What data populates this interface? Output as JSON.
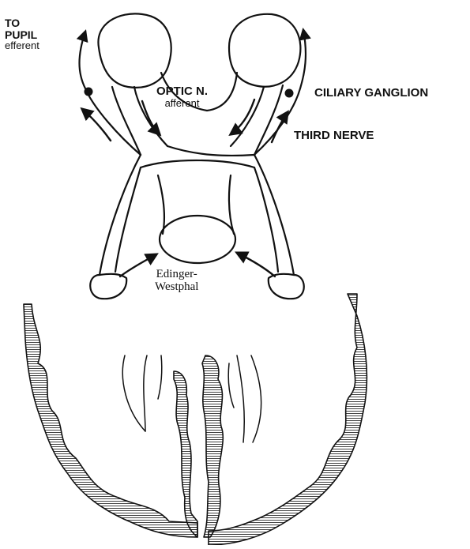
{
  "labels": {
    "to_pupil_line1": "TO",
    "to_pupil_line2": "PUPIL",
    "to_pupil_line3": "efferent",
    "optic_line1": "OPTIC N.",
    "optic_line2": "afferent",
    "ciliary": "CILIARY GANGLION",
    "third_nerve": "THIRD NERVE",
    "nucleus_line1": "Edinger-",
    "nucleus_line2": "Westphal"
  },
  "colors": {
    "ink": "#111111",
    "paper": "#ffffff"
  }
}
